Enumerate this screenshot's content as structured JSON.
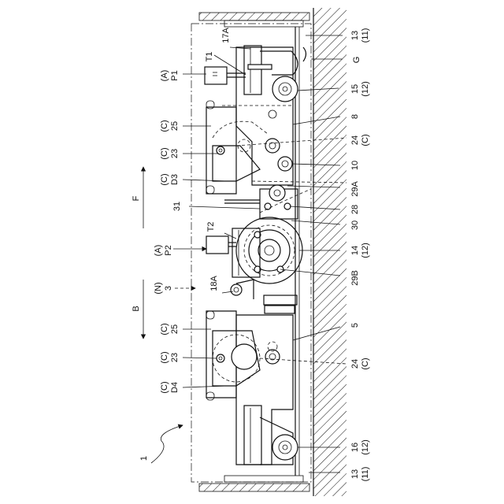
{
  "labels": {
    "p1_a": "(A)",
    "p1": "P1",
    "t1": "T1",
    "l17a": "17A",
    "l13_top": "13",
    "l11_top": "(11)",
    "g": "G",
    "l15": "15",
    "l12_a": "(12)",
    "c25_top_c": "(C)",
    "c25_top": "25",
    "l8": "8",
    "c23_top_c": "(C)",
    "c23_top": "23",
    "l24_top": "24",
    "l24_top_c": "(C)",
    "l10": "10",
    "d3_c": "(C)",
    "d3": "D3",
    "l29a": "29A",
    "l28": "28",
    "f": "F",
    "l31": "31",
    "l30": "30",
    "t2": "T2",
    "p2_a": "(A)",
    "p2": "P2",
    "l14": "14",
    "l12_b": "(12)",
    "l29b": "29B",
    "n3_n": "(N)",
    "n3": "3",
    "l18a": "18A",
    "b": "B",
    "l5": "5",
    "c25_bot_c": "(C)",
    "c25_bot": "25",
    "c23_bot_c": "(C)",
    "c23_bot": "23",
    "l24_bot": "24",
    "l24_bot_c": "(C)",
    "d4_c": "(C)",
    "d4": "D4",
    "l16": "16",
    "l12_c": "(12)",
    "l1": "1",
    "l13_bot": "13",
    "l11_bot": "(11)"
  }
}
